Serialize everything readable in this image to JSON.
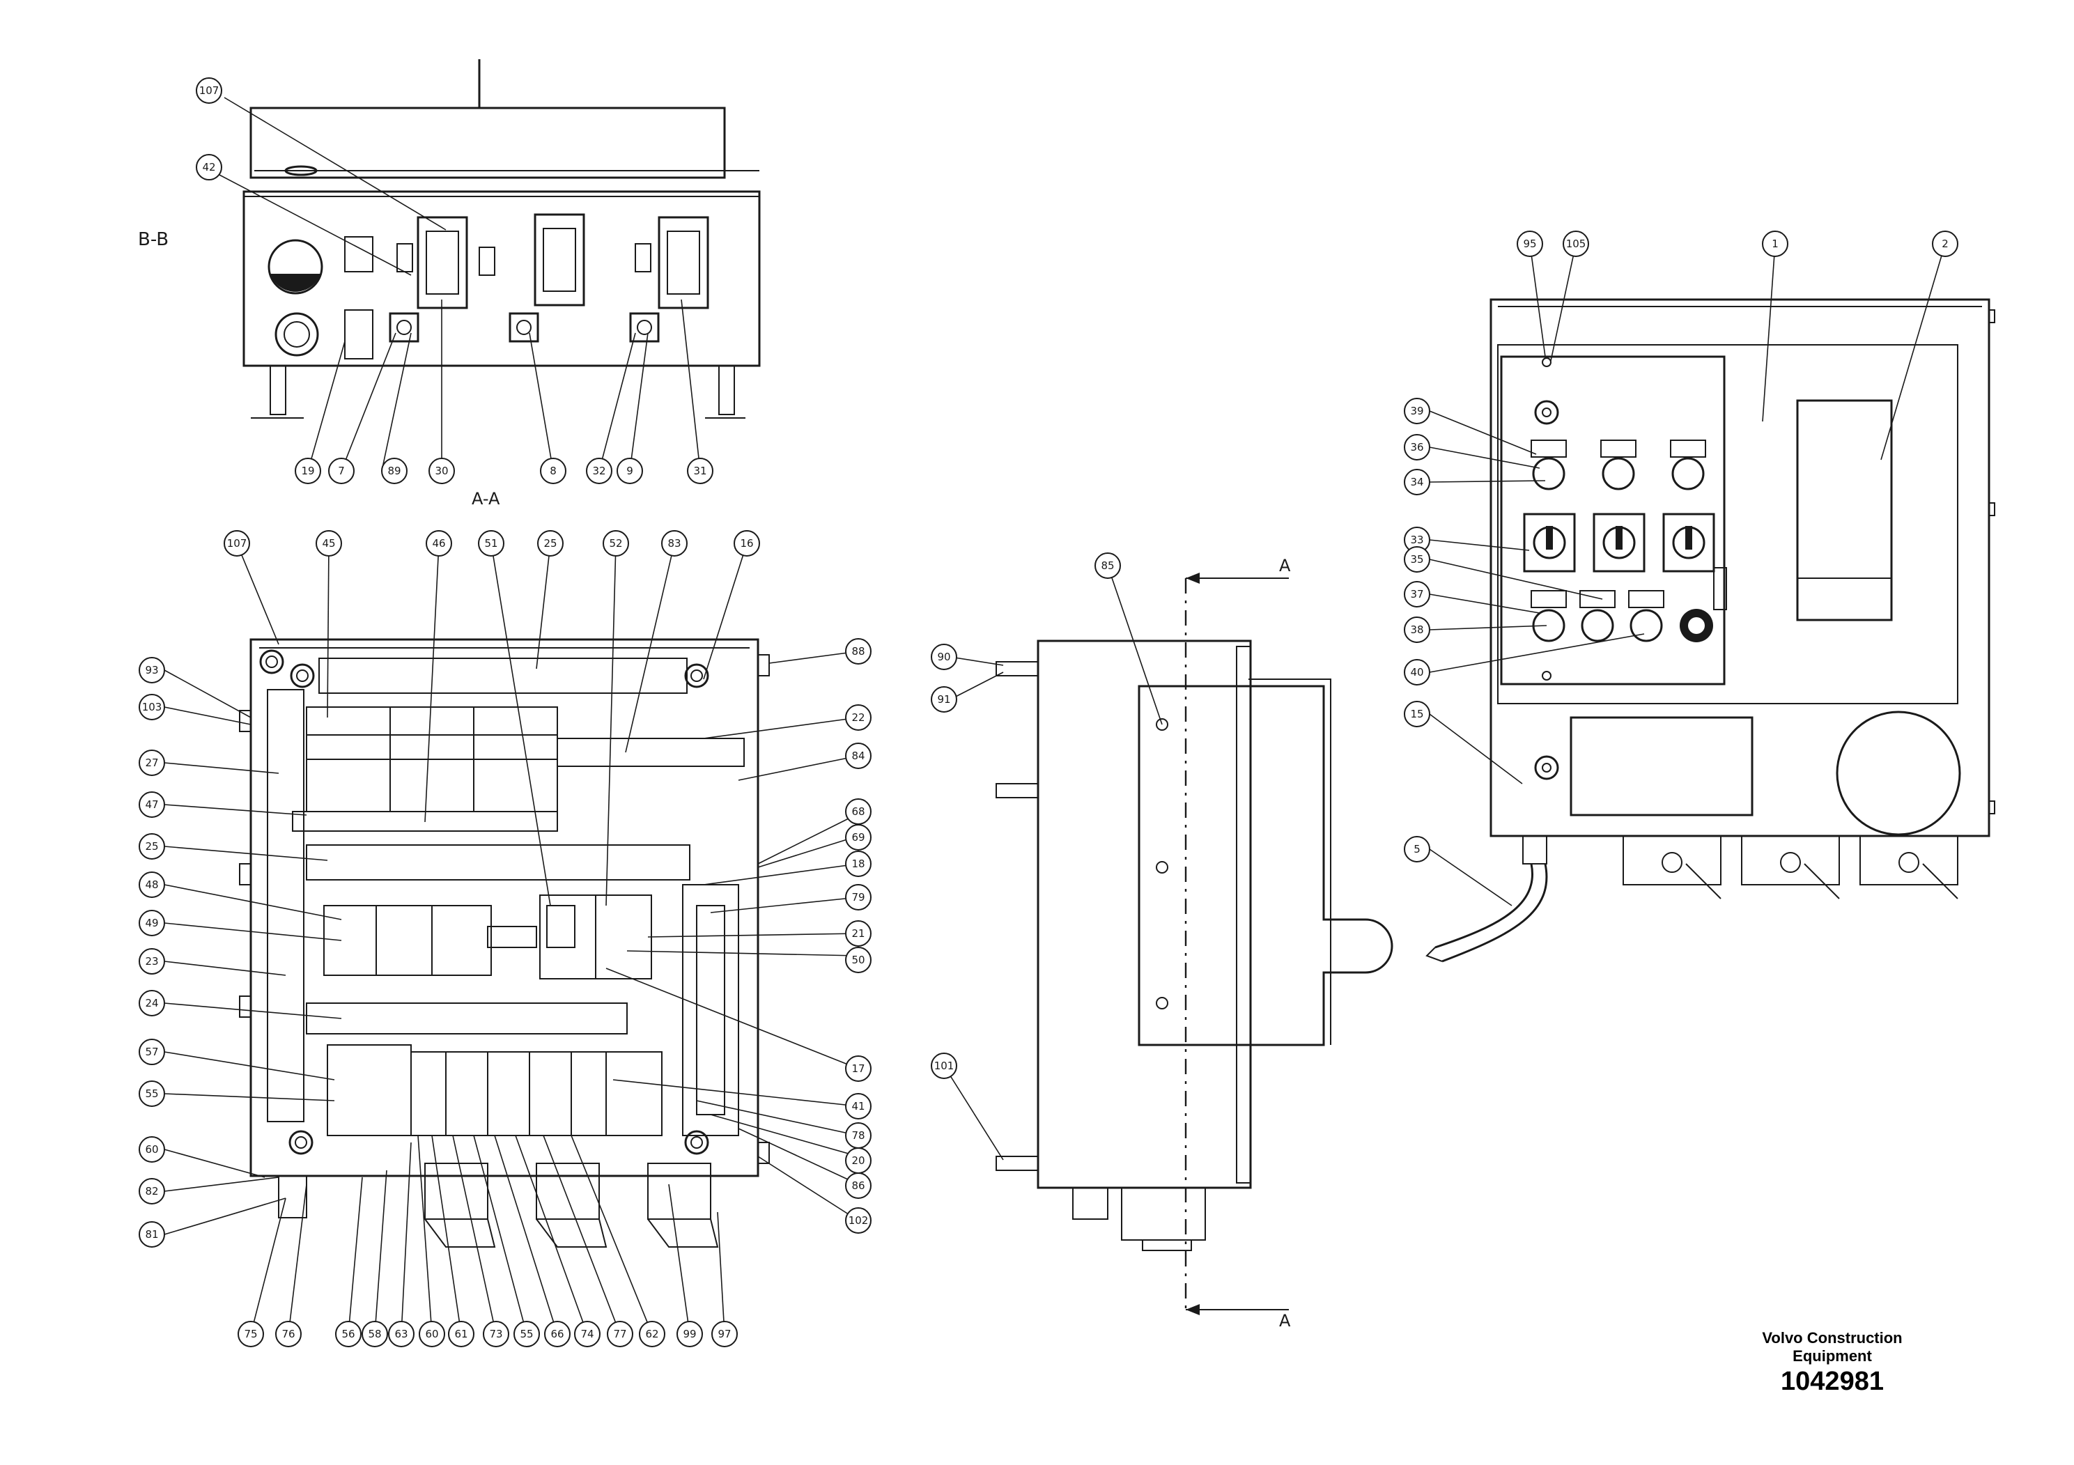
{
  "views": {
    "bb_label": "B-B",
    "aa_label": "A-A",
    "section_a_top": "A",
    "section_a_bottom": "A"
  },
  "callouts": {
    "bb": [
      "107",
      "42",
      "19",
      "7",
      "89",
      "30",
      "8",
      "32",
      "9",
      "31"
    ],
    "main_left": [
      "93",
      "103",
      "27",
      "47",
      "25",
      "48",
      "49",
      "23",
      "24",
      "57",
      "55",
      "60",
      "82",
      "81"
    ],
    "main_top": [
      "107",
      "45",
      "46",
      "51",
      "25",
      "52",
      "83",
      "16"
    ],
    "main_right": [
      "88",
      "22",
      "84",
      "68",
      "69",
      "18",
      "79",
      "21",
      "50",
      "17",
      "41",
      "78",
      "20",
      "86",
      "102"
    ],
    "main_bottom": [
      "75",
      "76",
      "56",
      "58",
      "63",
      "60",
      "61",
      "73",
      "55",
      "66",
      "74",
      "77",
      "62",
      "99",
      "97"
    ],
    "side": [
      "85",
      "90",
      "91",
      "101"
    ],
    "front": [
      "95",
      "105",
      "1",
      "2",
      "39",
      "36",
      "34",
      "33",
      "35",
      "37",
      "38",
      "40",
      "15",
      "5"
    ]
  },
  "footer": {
    "company_line1": "Volvo Construction",
    "company_line2": "Equipment",
    "doc_number": "1042981"
  }
}
